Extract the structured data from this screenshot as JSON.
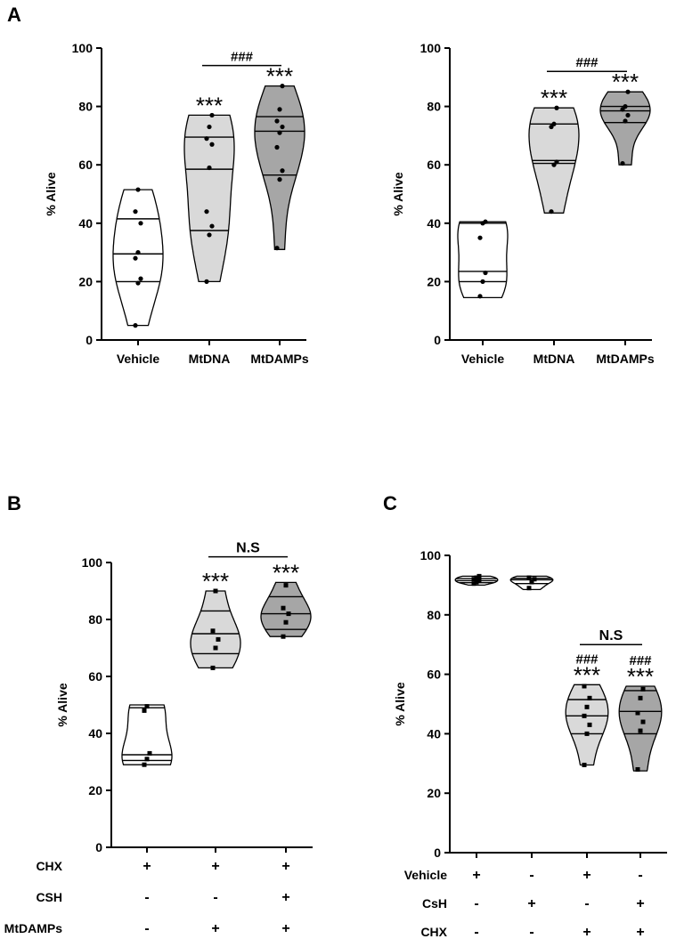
{
  "panel_labels": {
    "a": "A",
    "b": "B",
    "c": "C"
  },
  "chart_data": [
    {
      "id": "A1",
      "type": "violin",
      "ylabel": "% Alive",
      "ylim": [
        0,
        100
      ],
      "yticks": [
        0,
        20,
        40,
        60,
        80,
        100
      ],
      "categories": [
        "Vehicle",
        "MtDNA",
        "MtDAMPs"
      ],
      "series": [
        {
          "values": [
            5,
            19.5,
            21,
            28,
            30,
            40,
            44,
            51.5
          ],
          "fill": "#ffffff",
          "min": 5,
          "max": 51.5,
          "q1": 20,
          "median": 29.5,
          "q3": 41.5,
          "sig": ""
        },
        {
          "values": [
            20,
            36,
            39,
            44,
            59,
            67,
            69,
            73,
            77
          ],
          "fill": "#d9d9d9",
          "min": 20,
          "max": 77,
          "q1": 37.5,
          "median": 58.5,
          "q3": 69.5,
          "sig": "***"
        },
        {
          "values": [
            31.5,
            55,
            58,
            66,
            71,
            73,
            75,
            79,
            87
          ],
          "fill": "#a6a6a6",
          "min": 31,
          "max": 87,
          "q1": 56.5,
          "median": 71.5,
          "q3": 76.5,
          "sig": "***"
        }
      ],
      "brackets": [
        {
          "from": 1,
          "to": 2,
          "level": 94,
          "label": "###"
        }
      ]
    },
    {
      "id": "A2",
      "type": "violin",
      "ylabel": "% Alive",
      "ylim": [
        0,
        100
      ],
      "yticks": [
        0,
        20,
        40,
        60,
        80,
        100
      ],
      "categories": [
        "Vehicle",
        "MtDNA",
        "MtDAMPs"
      ],
      "series": [
        {
          "values": [
            15,
            20,
            23,
            35,
            40,
            40.5
          ],
          "fill": "#ffffff",
          "min": 14.5,
          "max": 40.5,
          "q1": 20,
          "median": 23.5,
          "q3": 40,
          "sig": ""
        },
        {
          "values": [
            44,
            60,
            61,
            73,
            74,
            79.5
          ],
          "fill": "#d9d9d9",
          "min": 43.5,
          "max": 79.5,
          "q1": 60.5,
          "median": 61.5,
          "q3": 74,
          "sig": "***"
        },
        {
          "values": [
            60.5,
            75,
            77,
            79,
            80,
            85
          ],
          "fill": "#a6a6a6",
          "min": 60,
          "max": 85,
          "q1": 74.5,
          "median": 78.5,
          "q3": 80,
          "sig": "***"
        }
      ],
      "brackets": [
        {
          "from": 1,
          "to": 2,
          "level": 92,
          "label": "###"
        }
      ]
    },
    {
      "id": "B",
      "type": "violin",
      "ylabel": "% Alive",
      "ylim": [
        0,
        100
      ],
      "yticks": [
        0,
        20,
        40,
        60,
        80,
        100
      ],
      "categories": [
        "",
        "",
        ""
      ],
      "series": [
        {
          "values": [
            29,
            31,
            33,
            48,
            49.5
          ],
          "fill": "#ffffff",
          "min": 29,
          "max": 50,
          "q1": 30.5,
          "median": 32.5,
          "q3": 49,
          "sig": ""
        },
        {
          "values": [
            63,
            70,
            73,
            76,
            90
          ],
          "fill": "#d9d9d9",
          "min": 63,
          "max": 90,
          "q1": 68,
          "median": 75,
          "q3": 83,
          "sig": "***"
        },
        {
          "values": [
            74,
            79,
            82,
            84,
            92
          ],
          "fill": "#a6a6a6",
          "min": 74,
          "max": 93,
          "q1": 76.5,
          "median": 82,
          "q3": 88,
          "sig": "***"
        }
      ],
      "brackets": [
        {
          "from": 1,
          "to": 2,
          "level": 102,
          "label": "N.S"
        }
      ],
      "conditions": [
        {
          "label": "CHX",
          "marks": [
            "+",
            "+",
            "+"
          ]
        },
        {
          "label": "CSH",
          "marks": [
            "-",
            "-",
            "+"
          ]
        },
        {
          "label": "MtDAMPs",
          "marks": [
            "-",
            "+",
            "+"
          ]
        }
      ]
    },
    {
      "id": "C",
      "type": "violin",
      "ylabel": "% Alive",
      "ylim": [
        0,
        100
      ],
      "yticks": [
        0,
        20,
        40,
        60,
        80,
        100
      ],
      "categories": [
        "",
        "",
        "",
        ""
      ],
      "series": [
        {
          "values": [
            90.5,
            91,
            91.5,
            92,
            92.5,
            93
          ],
          "fill": "#ffffff",
          "min": 90,
          "max": 93,
          "q1": 90.8,
          "median": 91.5,
          "q3": 92.2,
          "sig": "",
          "hash": ""
        },
        {
          "values": [
            89,
            91,
            92,
            92.5
          ],
          "fill": "#ffffff",
          "min": 88.5,
          "max": 93,
          "q1": 90.5,
          "median": 91.8,
          "q3": 92.3,
          "sig": "",
          "hash": ""
        },
        {
          "values": [
            29.5,
            40,
            43,
            46,
            49,
            52,
            56
          ],
          "fill": "#d9d9d9",
          "min": 29.5,
          "max": 56.5,
          "q1": 40,
          "median": 46,
          "q3": 51.5,
          "sig": "***",
          "hash": "###"
        },
        {
          "values": [
            28,
            41,
            44,
            47,
            52,
            55
          ],
          "fill": "#a6a6a6",
          "min": 27.5,
          "max": 56,
          "q1": 40,
          "median": 47.5,
          "q3": 54.5,
          "sig": "***",
          "hash": "###"
        }
      ],
      "brackets": [
        {
          "from": 2,
          "to": 3,
          "level": 70,
          "label": "N.S"
        }
      ],
      "conditions": [
        {
          "label": "Vehicle",
          "marks": [
            "+",
            "-",
            "+",
            "-"
          ]
        },
        {
          "label": "CsH",
          "marks": [
            "-",
            "+",
            "-",
            "+"
          ]
        },
        {
          "label": "CHX",
          "marks": [
            "-",
            "-",
            "+",
            "+"
          ]
        }
      ]
    }
  ]
}
